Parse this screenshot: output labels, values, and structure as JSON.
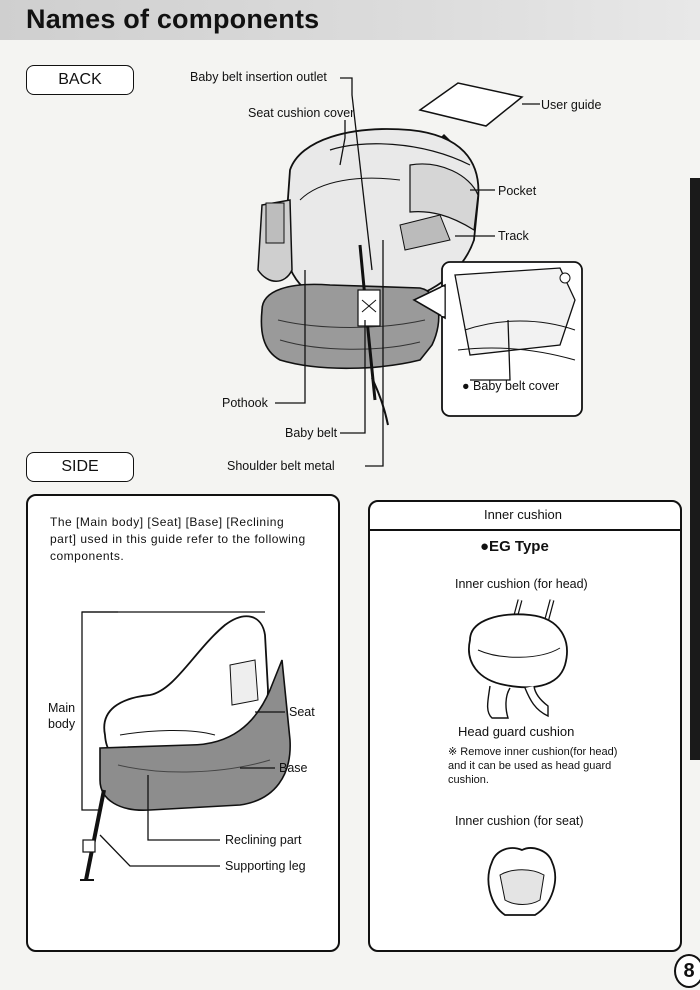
{
  "page": {
    "title": "Names of components",
    "page_number": "8"
  },
  "back_section": {
    "heading": "BACK",
    "labels": {
      "baby_belt_insertion_outlet": "Baby belt insertion outlet",
      "user_guide": "User guide",
      "seat_cushion_cover": "Seat cushion cover",
      "pocket": "Pocket",
      "track": "Track",
      "baby_belt_cover": "Baby belt cover",
      "pothook": "Pothook",
      "baby_belt": "Baby belt",
      "shoulder_belt_metal": "Shoulder belt metal"
    }
  },
  "side_section": {
    "heading": "SIDE",
    "description": "The [Main body] [Seat] [Base] [Reclining part] used in this guide refer to the following components.",
    "labels": {
      "main_body": "Main body",
      "seat": "Seat",
      "base": "Base",
      "reclining_part": "Reclining part",
      "supporting_leg": "Supporting leg"
    }
  },
  "inner_cushion": {
    "heading": "Inner cushion",
    "type": "●EG Type",
    "head_label": "Inner cushion (for head)",
    "head_guard_label": "Head guard cushion",
    "note": "※ Remove inner cushion(for head) and it can be used as head guard cushion.",
    "seat_label": "Inner cushion (for seat)"
  }
}
